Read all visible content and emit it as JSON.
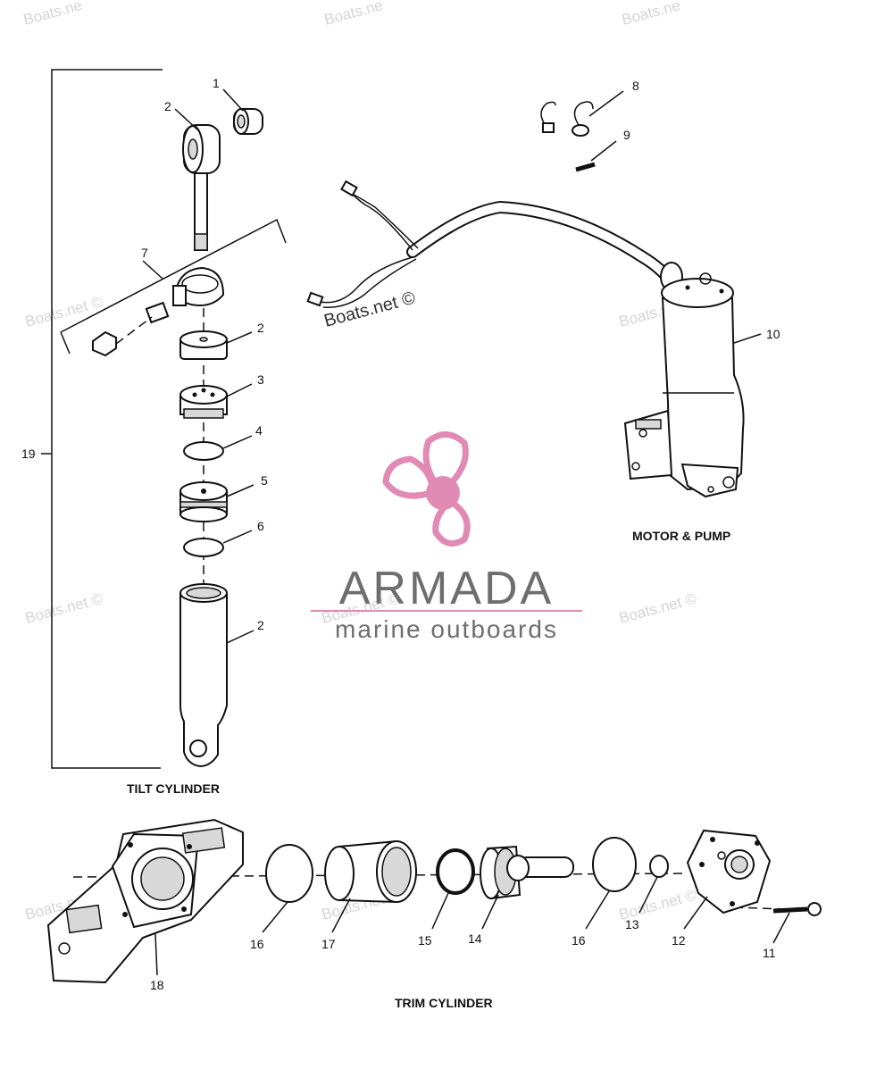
{
  "watermark": {
    "text": "Boats.net ©",
    "corner_text": "Boats.ne"
  },
  "brand": {
    "name": "ARMADA",
    "tagline": "marine outboards",
    "accent_color": "#e08ab4",
    "text_color": "#6e6e6e"
  },
  "captions": {
    "tilt": "TILT CYLINDER",
    "motor": "MOTOR & PUMP",
    "trim": "TRIM CYLINDER"
  },
  "callouts": {
    "c1": "1",
    "c2a": "2",
    "c2b": "2",
    "c2c": "2",
    "c3": "3",
    "c4": "4",
    "c5": "5",
    "c6": "6",
    "c7": "7",
    "c8": "8",
    "c9": "9",
    "c10": "10",
    "c11": "11",
    "c12": "12",
    "c13": "13",
    "c14": "14",
    "c15": "15",
    "c16a": "16",
    "c16b": "16",
    "c17": "17",
    "c18": "18",
    "c19": "19"
  }
}
